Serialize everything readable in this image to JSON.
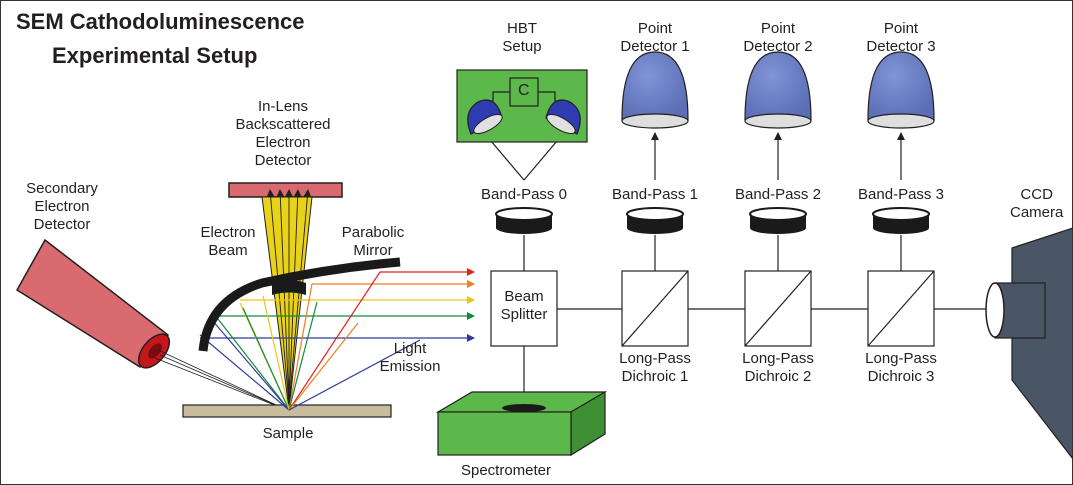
{
  "title": {
    "line1": "SEM Cathodoluminescence",
    "line2": "Experimental Setup"
  },
  "labels": {
    "hbt_setup": [
      "HBT",
      "Setup"
    ],
    "hbt_correlator": "C",
    "point_detector_1": [
      "Point",
      "Detector 1"
    ],
    "point_detector_2": [
      "Point",
      "Detector 2"
    ],
    "point_detector_3": [
      "Point",
      "Detector 3"
    ],
    "in_lens": [
      "In-Lens",
      "Backscattered",
      "Electron",
      "Detector"
    ],
    "secondary": [
      "Secondary",
      "Electron",
      "Detector"
    ],
    "electron_beam": [
      "Electron",
      "Beam"
    ],
    "parabolic_mirror": [
      "Parabolic",
      "Mirror"
    ],
    "light_emission": [
      "Light",
      "Emission"
    ],
    "sample": "Sample",
    "spectrometer": "Spectrometer",
    "beam_splitter": [
      "Beam",
      "Splitter"
    ],
    "band_pass_0": "Band-Pass 0",
    "band_pass_1": "Band-Pass 1",
    "band_pass_2": "Band-Pass 2",
    "band_pass_3": "Band-Pass 3",
    "ccd_camera": [
      "CCD",
      "Camera"
    ],
    "long_pass_1": [
      "Long-Pass",
      "Dichroic 1"
    ],
    "long_pass_2": [
      "Long-Pass",
      "Dichroic 2"
    ],
    "long_pass_3": [
      "Long-Pass",
      "Dichroic 3"
    ]
  },
  "colors": {
    "detector_blue": "#6b7fc4",
    "detector_green": "#5cb84a",
    "detector_red": "#d96b70",
    "beam_yellow": "#e8d21a",
    "sample_tan": "#c9bc9d",
    "camera_slate": "#4a5565",
    "ray_red": "#e2231a",
    "ray_orange": "#f07f1e",
    "ray_yellow": "#f2c318",
    "ray_green": "#128a3c",
    "ray_blue": "#2f3b97"
  }
}
